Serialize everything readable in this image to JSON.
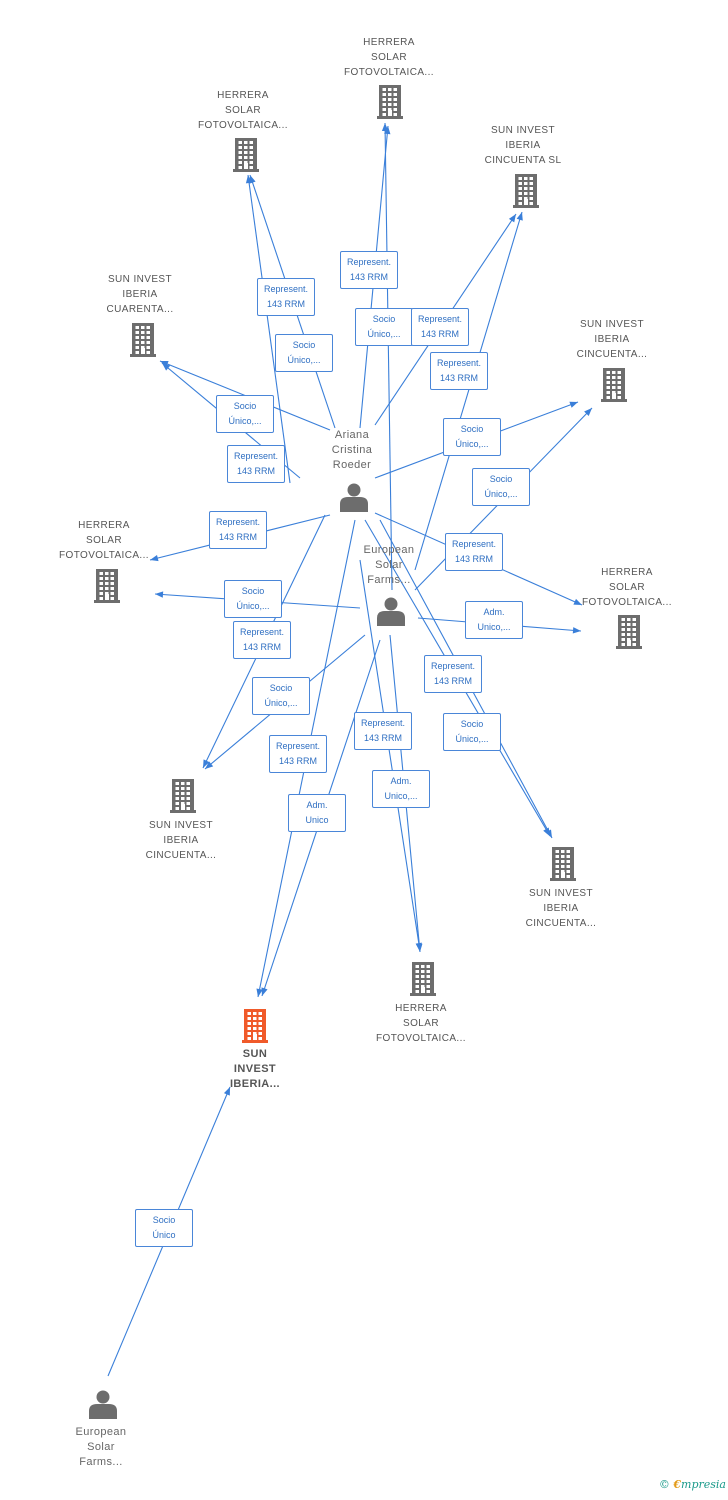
{
  "colors": {
    "edge": "#3a7fd9",
    "node": "#6d6d6d",
    "highlight": "#f05a2a",
    "brand_accent": "#e39b19",
    "brand_text": "#1a9a8a"
  },
  "nodes": [
    {
      "id": "n1",
      "kind": "company",
      "lines": [
        "HERRERA",
        "SOLAR",
        "FOTOVOLTAICA..."
      ]
    },
    {
      "id": "n2",
      "kind": "company",
      "lines": [
        "HERRERA",
        "SOLAR",
        "FOTOVOLTAICA..."
      ]
    },
    {
      "id": "n3",
      "kind": "company",
      "lines": [
        "SUN INVEST",
        "IBERIA",
        "CINCUENTA SL"
      ]
    },
    {
      "id": "n4",
      "kind": "company",
      "lines": [
        "SUN INVEST",
        "IBERIA",
        "CUARENTA..."
      ]
    },
    {
      "id": "n5",
      "kind": "company",
      "lines": [
        "SUN INVEST",
        "IBERIA",
        "CINCUENTA..."
      ]
    },
    {
      "id": "n6",
      "kind": "company",
      "lines": [
        "HERRERA",
        "SOLAR",
        "FOTOVOLTAICA..."
      ]
    },
    {
      "id": "n7",
      "kind": "company",
      "lines": [
        "HERRERA",
        "SOLAR",
        "FOTOVOLTAICA..."
      ]
    },
    {
      "id": "n8",
      "kind": "company",
      "lines": [
        "SUN INVEST",
        "IBERIA",
        "CINCUENTA..."
      ]
    },
    {
      "id": "n9",
      "kind": "company",
      "lines": [
        "SUN INVEST",
        "IBERIA",
        "CINCUENTA..."
      ]
    },
    {
      "id": "n10",
      "kind": "company",
      "lines": [
        "HERRERA",
        "SOLAR",
        "FOTOVOLTAICA..."
      ]
    },
    {
      "id": "main",
      "kind": "company",
      "highlight": true,
      "lines": [
        "SUN",
        "INVEST",
        "IBERIA..."
      ]
    },
    {
      "id": "p1",
      "kind": "person",
      "lines": [
        "Ariana",
        "Cristina",
        "Roeder"
      ]
    },
    {
      "id": "p2",
      "kind": "person",
      "lines": [
        "European",
        "Solar",
        "Farms..."
      ]
    },
    {
      "id": "p3",
      "kind": "person",
      "lines": [
        "European",
        "Solar",
        "Farms..."
      ]
    }
  ],
  "edge_labels": [
    {
      "id": "e1",
      "lines": [
        "Represent.",
        "143 RRM"
      ]
    },
    {
      "id": "e2",
      "lines": [
        "Represent.",
        "143 RRM"
      ]
    },
    {
      "id": "e3",
      "lines": [
        "Socio",
        "Único,..."
      ]
    },
    {
      "id": "e4",
      "lines": [
        "Socio",
        "Único,..."
      ]
    },
    {
      "id": "e5",
      "lines": [
        "Represent.",
        "143 RRM"
      ]
    },
    {
      "id": "e6",
      "lines": [
        "Socio",
        "Único,..."
      ]
    },
    {
      "id": "e7",
      "lines": [
        "Represent.",
        "143 RRM"
      ]
    },
    {
      "id": "e8",
      "lines": [
        "Socio",
        "Único,..."
      ]
    },
    {
      "id": "e9",
      "lines": [
        "Represent.",
        "143 RRM"
      ]
    },
    {
      "id": "e10",
      "lines": [
        "Socio",
        "Único,..."
      ]
    },
    {
      "id": "e11",
      "lines": [
        "Represent.",
        "143 RRM"
      ]
    },
    {
      "id": "e12",
      "lines": [
        "Represent.",
        "143 RRM"
      ]
    },
    {
      "id": "e13",
      "lines": [
        "Socio",
        "Único,..."
      ]
    },
    {
      "id": "e14",
      "lines": [
        "Adm.",
        "Unico,..."
      ]
    },
    {
      "id": "e15",
      "lines": [
        "Represent.",
        "143 RRM"
      ]
    },
    {
      "id": "e16",
      "lines": [
        "Socio",
        "Único,..."
      ]
    },
    {
      "id": "e17",
      "lines": [
        "Represent.",
        "143 RRM"
      ]
    },
    {
      "id": "e18",
      "lines": [
        "Represent.",
        "143 RRM"
      ]
    },
    {
      "id": "e19",
      "lines": [
        "Socio",
        "Único,..."
      ]
    },
    {
      "id": "e20",
      "lines": [
        "Represent.",
        "143 RRM"
      ]
    },
    {
      "id": "e21",
      "lines": [
        "Adm.",
        "Unico,..."
      ]
    },
    {
      "id": "e22",
      "lines": [
        "Adm.",
        "Unico"
      ]
    },
    {
      "id": "e23",
      "lines": [
        "Socio",
        "Único"
      ]
    }
  ],
  "footer": {
    "copyright": "©",
    "brand_e": "€",
    "brand_rest": "mpresia"
  }
}
